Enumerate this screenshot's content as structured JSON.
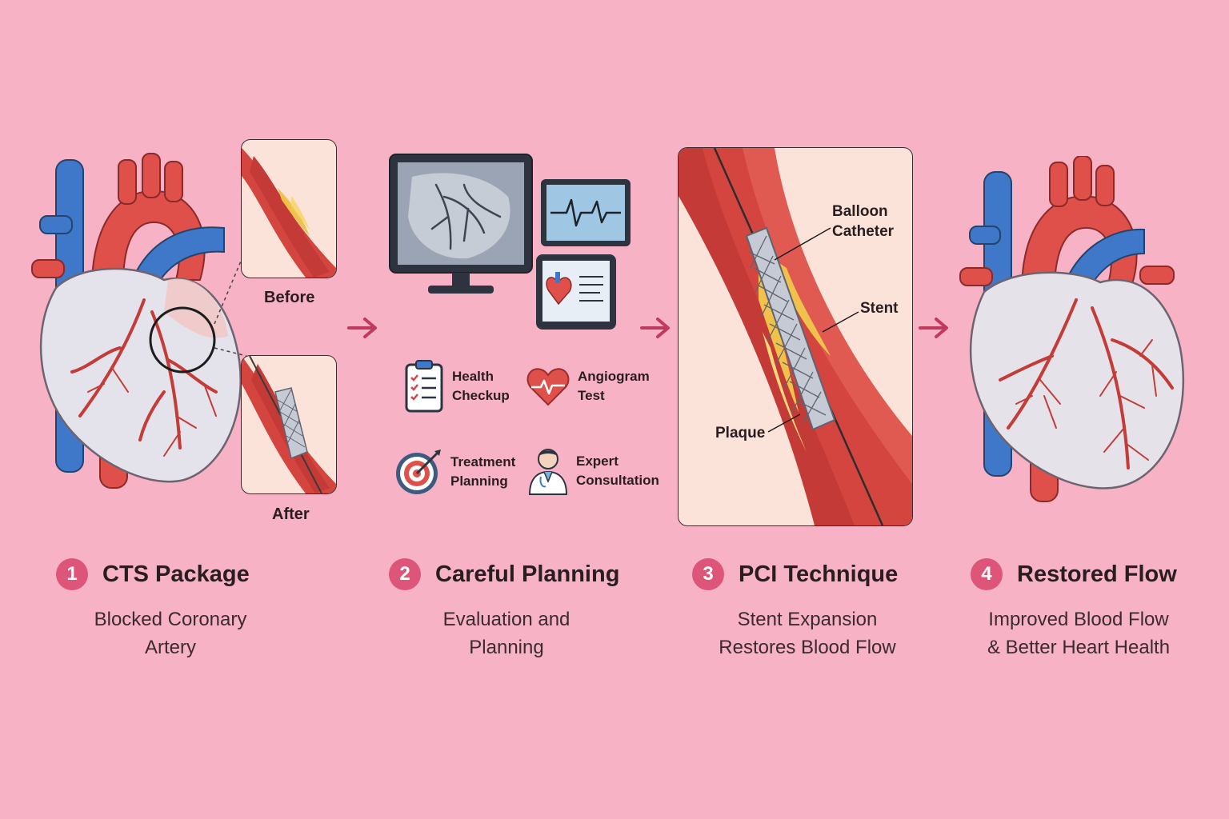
{
  "illustration": {
    "before_label": "Before",
    "after_label": "After",
    "planning_items": [
      {
        "icon": "clipboard-checklist-icon",
        "label_line1": "Health",
        "label_line2": "Checkup"
      },
      {
        "icon": "heart-pulse-icon",
        "label_line1": "Angiogram",
        "label_line2": "Test"
      },
      {
        "icon": "target-icon",
        "label_line1": "Treatment",
        "label_line2": "Planning"
      },
      {
        "icon": "doctor-icon",
        "label_line1": "Expert",
        "label_line2": "Consultation"
      }
    ],
    "pci_labels": {
      "balloon_line1": "Balloon",
      "balloon_line2": "Catheter",
      "stent": "Stent",
      "plaque": "Plaque"
    }
  },
  "steps": [
    {
      "number": "1",
      "title": "CTS Package",
      "desc_line1": "Blocked Coronary",
      "desc_line2": "Artery"
    },
    {
      "number": "2",
      "title": "Careful Planning",
      "desc_line1": "Evaluation and",
      "desc_line2": "Planning"
    },
    {
      "number": "3",
      "title": "PCI Technique",
      "desc_line1": "Stent Expansion",
      "desc_line2": "Restores Blood Flow"
    },
    {
      "number": "4",
      "title": "Restored Flow",
      "desc_line1": "Improved Blood Flow",
      "desc_line2": "& Better Heart Health"
    }
  ],
  "colors": {
    "background": "#f7b3c5",
    "badge": "#dd5578",
    "arrow": "#c03a5e",
    "artery_red": "#e0504a",
    "vein_blue": "#3f78c8",
    "plaque_yellow": "#f1c24b"
  }
}
